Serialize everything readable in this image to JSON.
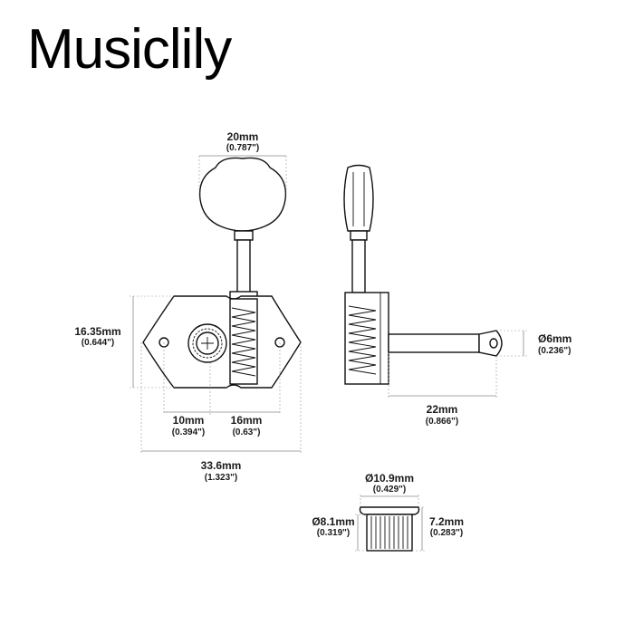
{
  "brand": {
    "name": "Musiclily"
  },
  "dimensions": {
    "button_width": {
      "mm": "20mm",
      "inch": "(0.787\")"
    },
    "plate_height": {
      "mm": "16.35mm",
      "inch": "(0.644\")"
    },
    "hole_to_post": {
      "mm": "10mm",
      "inch": "(0.394\")"
    },
    "post_to_hole": {
      "mm": "16mm",
      "inch": "(0.63\")"
    },
    "plate_length": {
      "mm": "33.6mm",
      "inch": "(1.323\")"
    },
    "roller_diameter": {
      "mm": "Ø6mm",
      "inch": "(0.236\")"
    },
    "roller_length": {
      "mm": "22mm",
      "inch": "(0.866\")"
    },
    "bushing_outer": {
      "mm": "Ø10.9mm",
      "inch": "(0.429\")"
    },
    "bushing_inner": {
      "mm": "Ø8.1mm",
      "inch": "(0.319\")"
    },
    "bushing_height": {
      "mm": "7.2mm",
      "inch": "(0.283\")"
    }
  },
  "colors": {
    "ink": "#111111",
    "dimension": "#8a8a8a",
    "background": "#ffffff"
  }
}
